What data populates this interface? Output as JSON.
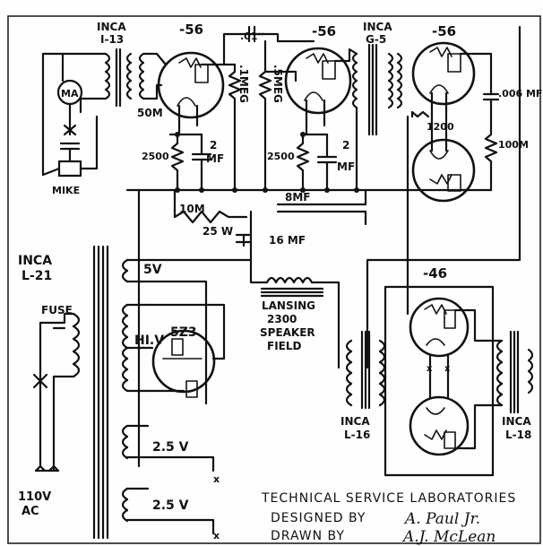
{
  "labels": {
    "t1_name": "INCA",
    "t1_model": "I-13",
    "v1_type": "-56",
    "v2_type": "-56",
    "t2_name": "INCA",
    "t2_model": "G-5",
    "v3_type": "-56",
    "ma": "MA",
    "mike": "MIKE",
    "r_50m": "50M",
    "r_2500a": "2500",
    "c_2mf_a1": "2",
    "c_2mf_a2": "MF",
    "c_01": ".01",
    "r_1meg": ".1MEG",
    "r_5meg": ".5MEG",
    "r_2500b": "2500",
    "c_2mf_b1": "2",
    "c_2mf_b2": "MF",
    "c_006": ".006 MF",
    "r_1200": "1200",
    "r_100m": "100M",
    "r_10m": "10M",
    "r_25w": "25 W",
    "c_8mf": "8MF",
    "c_16mf": "16 MF",
    "t3_name": "INCA",
    "t3_model": "L-21",
    "v_5v": "5V",
    "fuse": "FUSE",
    "hiv": "HI.V",
    "v_5z3": "5Z3",
    "lansing1": "LANSING",
    "lansing2": "2300",
    "lansing3": "SPEAKER",
    "lansing4": "FIELD",
    "v_46": "-46",
    "inca_l16_a": "INCA",
    "inca_l16_b": "L-16",
    "inca_l18_a": "INCA",
    "inca_l18_b": "L-18",
    "v_25a": "2.5 V",
    "v_25b": "2.5 V",
    "ac1": "110V",
    "ac2": "AC",
    "x_a": "x",
    "x_b": "x",
    "x_c": "x",
    "x_d": "x"
  },
  "title_block": {
    "lab": "TECHNICAL SERVICE LABORATORIES",
    "designed_by": "DESIGNED BY",
    "drawn_by": "DRAWN BY",
    "designer_signature": "A. Paul Jr.",
    "drawer_signature": "A.J. McLean"
  }
}
